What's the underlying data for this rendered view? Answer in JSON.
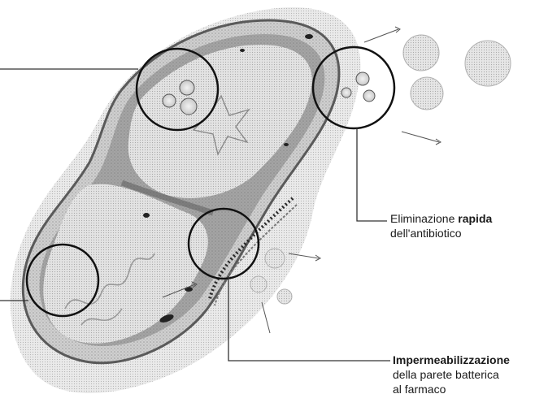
{
  "callouts": {
    "elimination": {
      "prefix": "Eliminazione ",
      "bold": "rapida",
      "line2": "dell'antibiotico"
    },
    "impermeabilization": {
      "bold": "Impermeabilizzazione",
      "line2": "della parete batterica",
      "line3": "al farmaco"
    }
  },
  "colors": {
    "outer_cell": "#9a9a9a",
    "wall": "#7d7d7d",
    "cytoplasm": "#c8c8c8",
    "dark_layer": "#4a4a4a",
    "circle_stroke": "#111111",
    "leader_line": "#333333",
    "molecule": "#e2e2e2"
  }
}
